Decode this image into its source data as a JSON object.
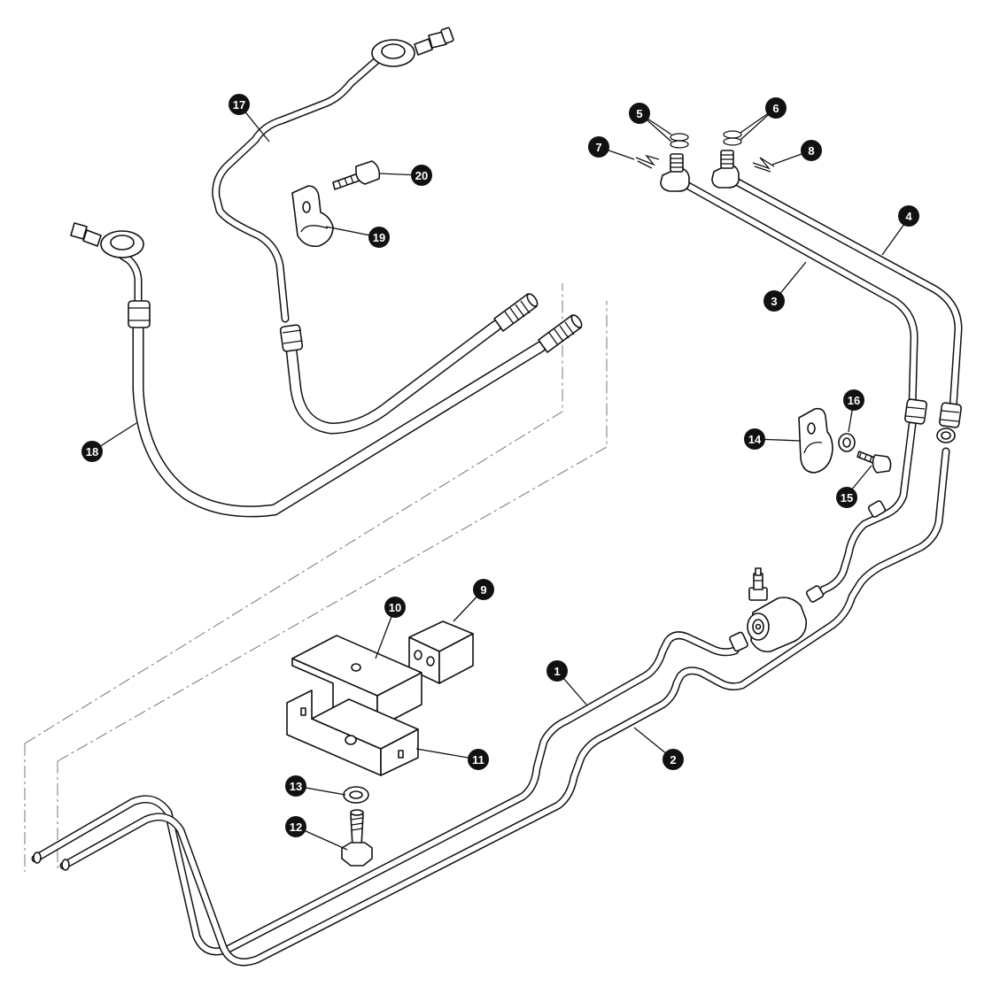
{
  "diagram": {
    "callouts": [
      {
        "num": "1"
      },
      {
        "num": "2"
      },
      {
        "num": "3"
      },
      {
        "num": "4"
      },
      {
        "num": "5"
      },
      {
        "num": "6"
      },
      {
        "num": "7"
      },
      {
        "num": "8"
      },
      {
        "num": "9"
      },
      {
        "num": "10"
      },
      {
        "num": "11"
      },
      {
        "num": "12"
      },
      {
        "num": "13"
      },
      {
        "num": "14"
      },
      {
        "num": "15"
      },
      {
        "num": "16"
      },
      {
        "num": "17"
      },
      {
        "num": "18"
      },
      {
        "num": "19"
      },
      {
        "num": "20"
      }
    ],
    "callout_color": "#111111",
    "line_color": "#111111",
    "background": "#ffffff"
  }
}
